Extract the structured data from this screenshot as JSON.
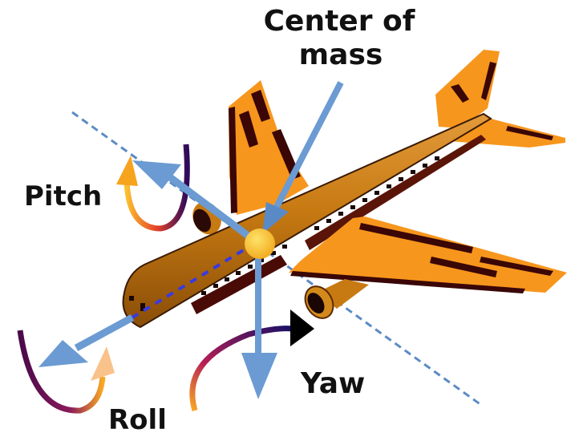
{
  "figure": {
    "title": "Aircraft rotation axes",
    "labels": {
      "center_of_mass_line1": "Center of",
      "center_of_mass_line2": "mass",
      "pitch": "Pitch",
      "roll": "Roll",
      "yaw": "Yaw"
    },
    "colors": {
      "fuselage": "#c77a12",
      "wing": "#f7961d",
      "stripe": "#3a0606",
      "axis_arrow": "#6b9bd2",
      "dashed_axis": "#5b8bc4",
      "roll_dash": "#3a3adf",
      "center_of_mass": "#f7c12a",
      "rotation_start": "#fbbf2e",
      "rotation_mid": "#d8362a",
      "rotation_end": "#3c0a5c"
    }
  }
}
